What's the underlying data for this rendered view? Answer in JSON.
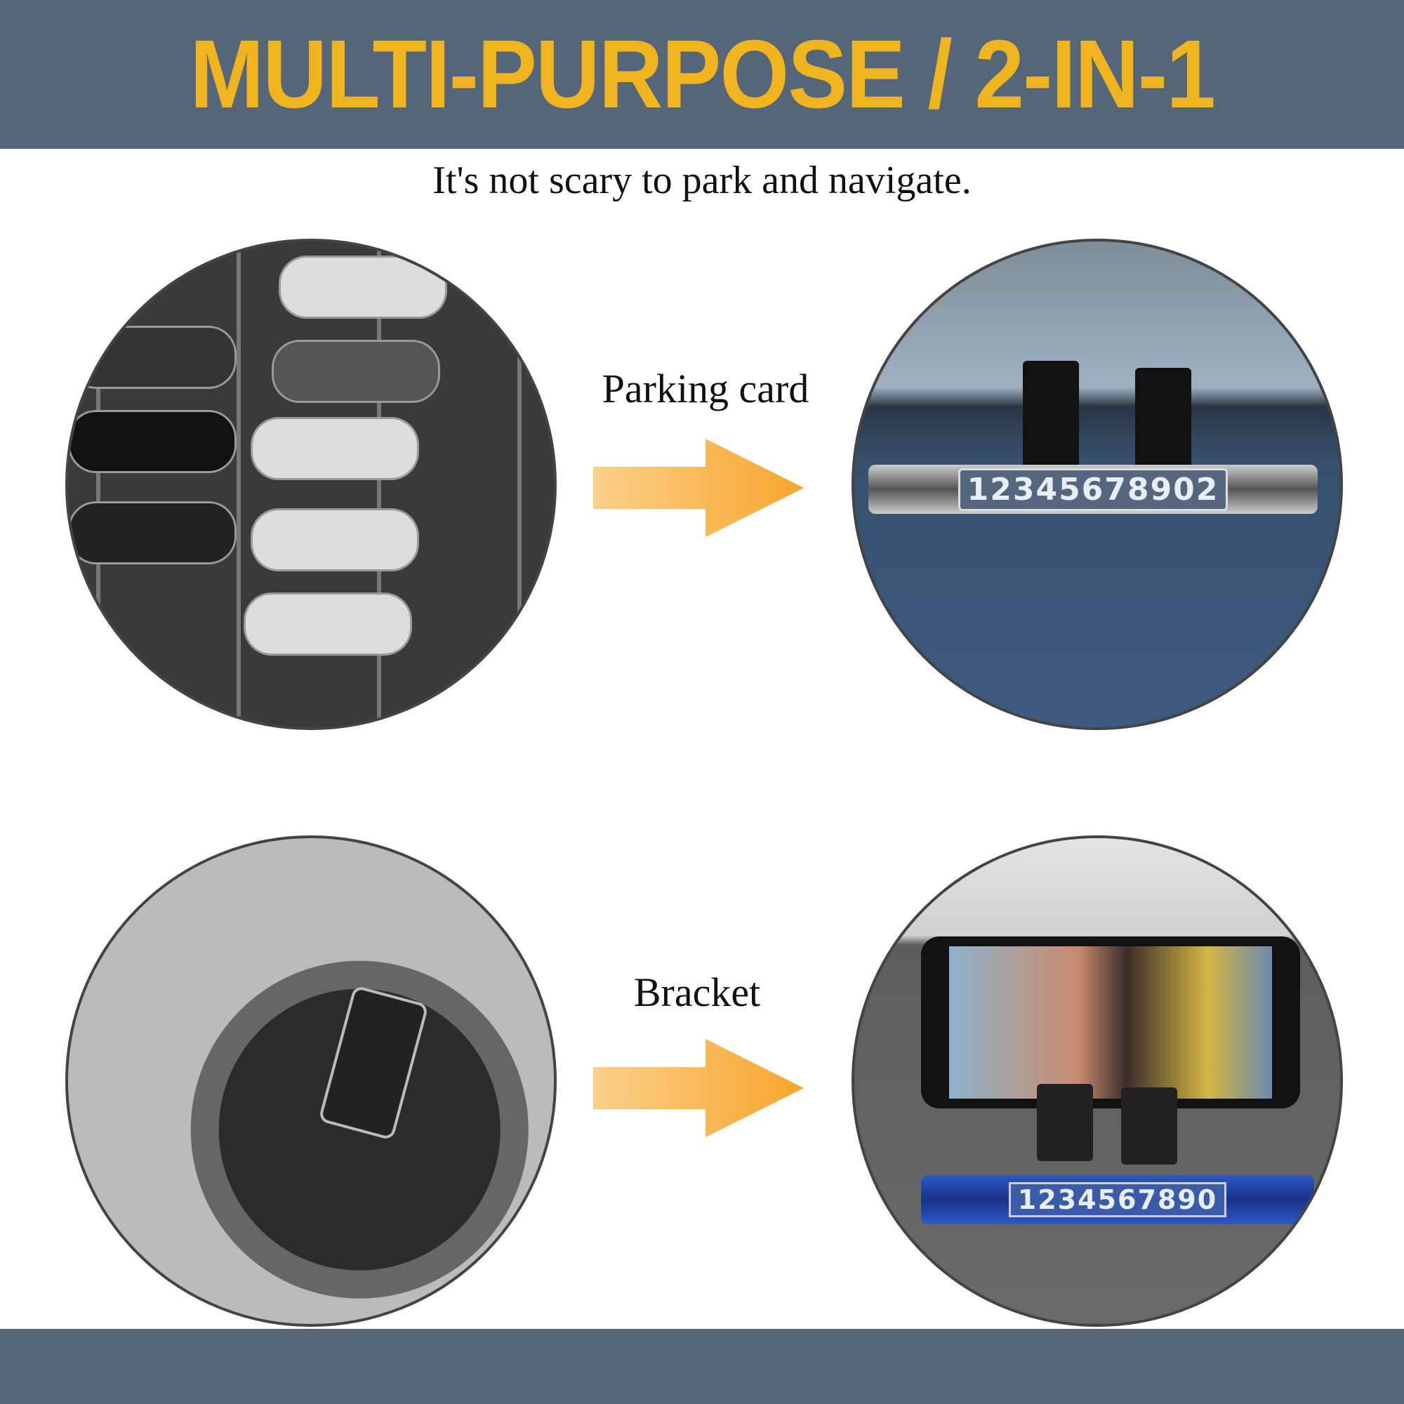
{
  "header": {
    "title": "MULTI-PURPOSE / 2-IN-1"
  },
  "subtitle": "It's not scary to park and navigate.",
  "features": [
    {
      "label": "Parking card",
      "plate_number": "12345678902"
    },
    {
      "label": "Bracket",
      "plate_number": "1234567890"
    }
  ],
  "colors": {
    "banner": "#55667a",
    "title": "#f0b41e",
    "arrow": "#f7a52c"
  }
}
